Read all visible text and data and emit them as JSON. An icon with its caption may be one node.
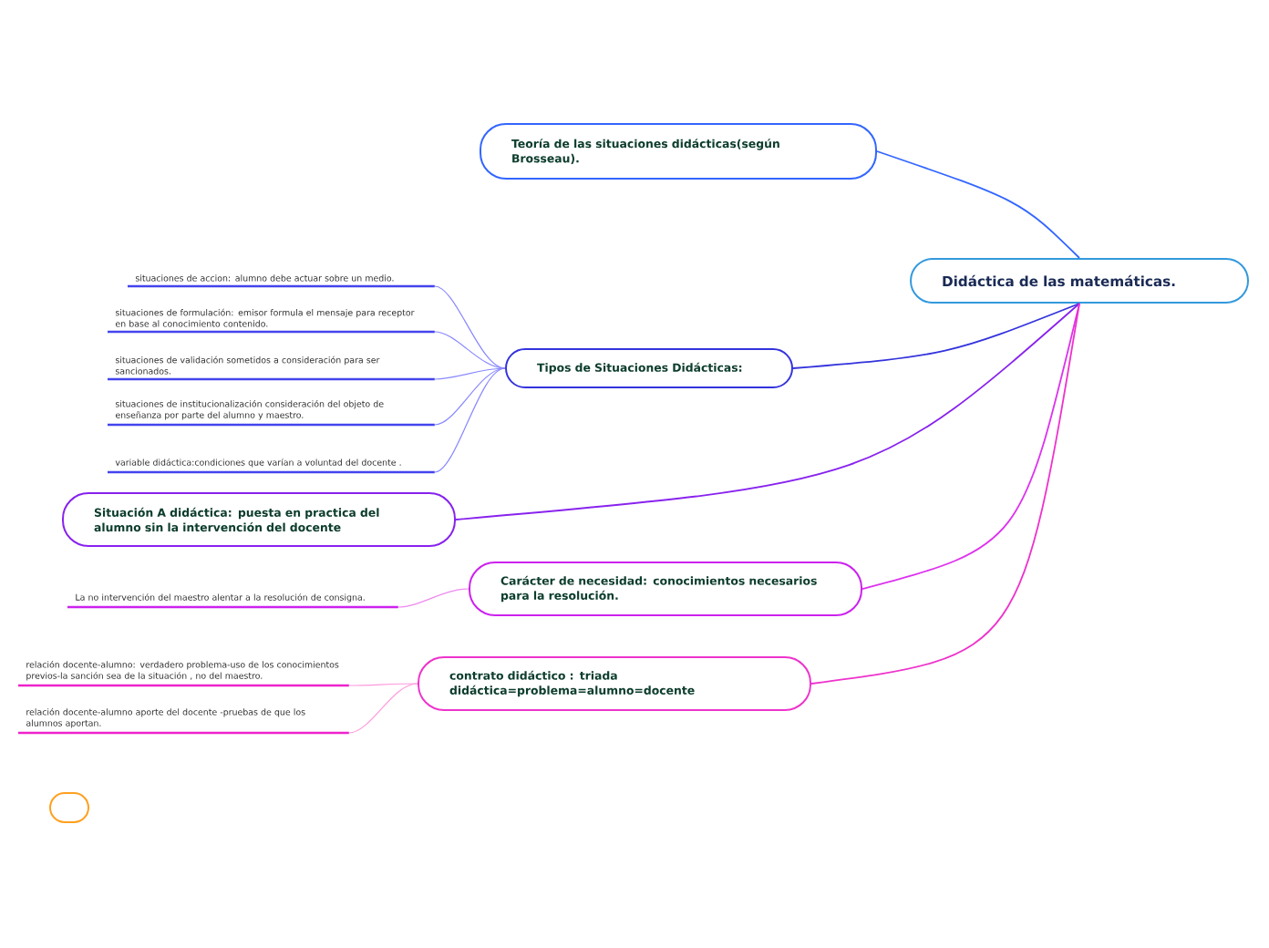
{
  "diagram": {
    "nodes": [
      {
        "text": [
          "Didáctica de las matemáticas."
        ]
      },
      {
        "text": [
          "Teoría de las situaciones didácticas(según Brosseau)."
        ]
      },
      {
        "text": [
          "Tipos de Situaciones Didácticas:"
        ]
      },
      {
        "text": [
          "situaciones de accion: alumno debe actuar sobre un medio."
        ]
      },
      {
        "text": [
          "situaciones de  formulación: emisor formula el mensaje para receptor en base al conocimiento contenido."
        ]
      },
      {
        "text": [
          "situaciones  de validación sometidos a consideración para ser sancionados."
        ]
      },
      {
        "text": [
          "situaciones de institucionalización consideración del objeto de enseñanza por parte del alumno y maestro."
        ]
      },
      {
        "text": [
          "variable didáctica:condiciones que varían a voluntad del docente ."
        ]
      },
      {
        "text": [
          "Situación A didáctica: puesta en practica del alumno sin la intervención del docente"
        ]
      },
      {
        "text": [
          "Carácter de necesidad: conocimientos necesarios para la resolución."
        ]
      },
      {
        "text": [
          "La no intervención del maestro alentar a la resolución de consigna."
        ]
      },
      {
        "text": [
          "contrato didáctico : triada didáctica=problema=alumno=docente"
        ]
      },
      {
        "text": [
          "relación docente-alumno: verdadero problema-uso de los conocimientos previos-la sanción sea de la situación , no del maestro."
        ]
      },
      {
        "text": [
          "relación docente-alumno aporte del docente -pruebas de que los alumnos aportan."
        ]
      },
      {
        "text": [],
        "shape": "box"
      }
    ],
    "edges": [
      {
        "from": 0,
        "to": 1,
        "arrow": "none",
        "color": "#3366ff"
      },
      {
        "from": 0,
        "to": 2,
        "arrow": "none",
        "color": "#3333dd"
      },
      {
        "from": 2,
        "to": 3,
        "arrow": "none",
        "color": "#8888ff"
      },
      {
        "from": 2,
        "to": 4,
        "arrow": "none",
        "color": "#8888ff"
      },
      {
        "from": 2,
        "to": 5,
        "arrow": "none",
        "color": "#8888ff"
      },
      {
        "from": 2,
        "to": 6,
        "arrow": "none",
        "color": "#8888ff"
      },
      {
        "from": 2,
        "to": 7,
        "arrow": "none",
        "color": "#8888ff"
      },
      {
        "from": 0,
        "to": 8,
        "arrow": "none",
        "color": "#8822ee"
      },
      {
        "from": 0,
        "to": 9,
        "arrow": "none",
        "color": "#dd33ee"
      },
      {
        "from": 9,
        "to": 10,
        "arrow": "none",
        "color": "#ee88ee"
      },
      {
        "from": 0,
        "to": 11,
        "arrow": "none",
        "color": "#ee33cc"
      },
      {
        "from": 11,
        "to": 12,
        "arrow": "none",
        "color": "#ff99dd"
      },
      {
        "from": 11,
        "to": 13,
        "arrow": "none",
        "color": "#ff99dd"
      }
    ]
  }
}
